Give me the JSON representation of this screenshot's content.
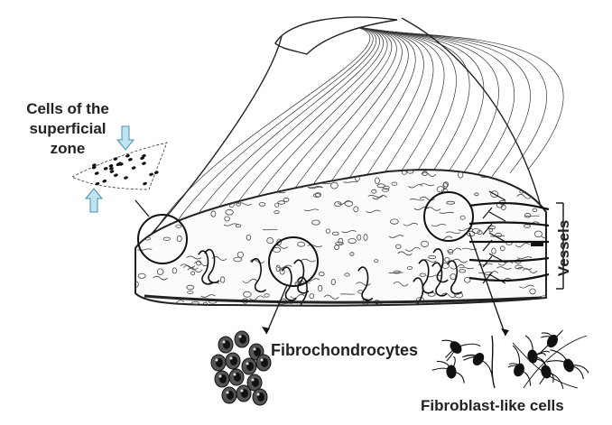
{
  "labels": {
    "superficial_line1": "Cells of the",
    "superficial_line2": "superficial",
    "superficial_line3": "zone",
    "fibrochondrocytes": "Fibrochondrocytes",
    "fibroblast_like": "Fibroblast-like cells",
    "vessels": "Vessels"
  },
  "colors": {
    "ink": "#222222",
    "arrow_fill": "#bfe3f0",
    "arrow_stroke": "#4a8fae"
  }
}
